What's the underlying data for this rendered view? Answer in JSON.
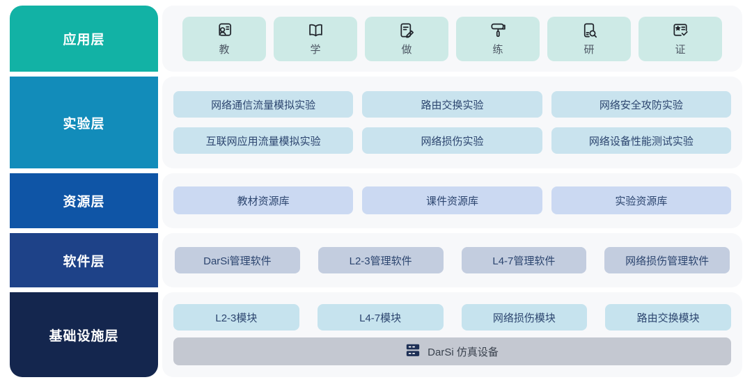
{
  "theme": {
    "panel_bg": "#f7f8fa",
    "text_dark_blue": "#2c456f",
    "text_gray": "#4d5764",
    "icon_stroke": "#20242b",
    "server_icon_fill": "#1d2f55"
  },
  "layers": [
    {
      "label": "应用层",
      "label_bg": "#12b2a5",
      "item_bg": "#cdeae6",
      "items": [
        {
          "icon": "teacher-card-icon",
          "label": "教"
        },
        {
          "icon": "open-book-icon",
          "label": "学"
        },
        {
          "icon": "document-pen-icon",
          "label": "做"
        },
        {
          "icon": "paint-roller-icon",
          "label": "练"
        },
        {
          "icon": "book-magnifier-icon",
          "label": "研"
        },
        {
          "icon": "certificate-check-icon",
          "label": "证"
        }
      ]
    },
    {
      "label": "实验层",
      "label_bg": "#128cba",
      "item_bg": "#c9e3ee",
      "items": [
        "网络通信流量模拟实验",
        "路由交换实验",
        "网络安全攻防实验",
        "互联网应用流量模拟实验",
        "网络损伤实验",
        "网络设备性能测试实验"
      ]
    },
    {
      "label": "资源层",
      "label_bg": "#0f55a6",
      "item_bg": "#cbd9f2",
      "items": [
        "教材资源库",
        "课件资源库",
        "实验资源库"
      ]
    },
    {
      "label": "软件层",
      "label_bg": "#1e4288",
      "item_bg": "#c3cddf",
      "items": [
        "DarSi管理软件",
        "L2-3管理软件",
        "L4-7管理软件",
        "网络损伤管理软件"
      ]
    },
    {
      "label": "基础设施层",
      "label_bg": "#14264e",
      "item_bg": "#c6e3ee",
      "items": [
        "L2-3模块",
        "L4-7模块",
        "网络损伤模块",
        "路由交换模块"
      ],
      "device_bar": {
        "icon": "server-stack-icon",
        "label": "DarSi 仿真设备",
        "bg": "#c4c8d1"
      }
    }
  ]
}
